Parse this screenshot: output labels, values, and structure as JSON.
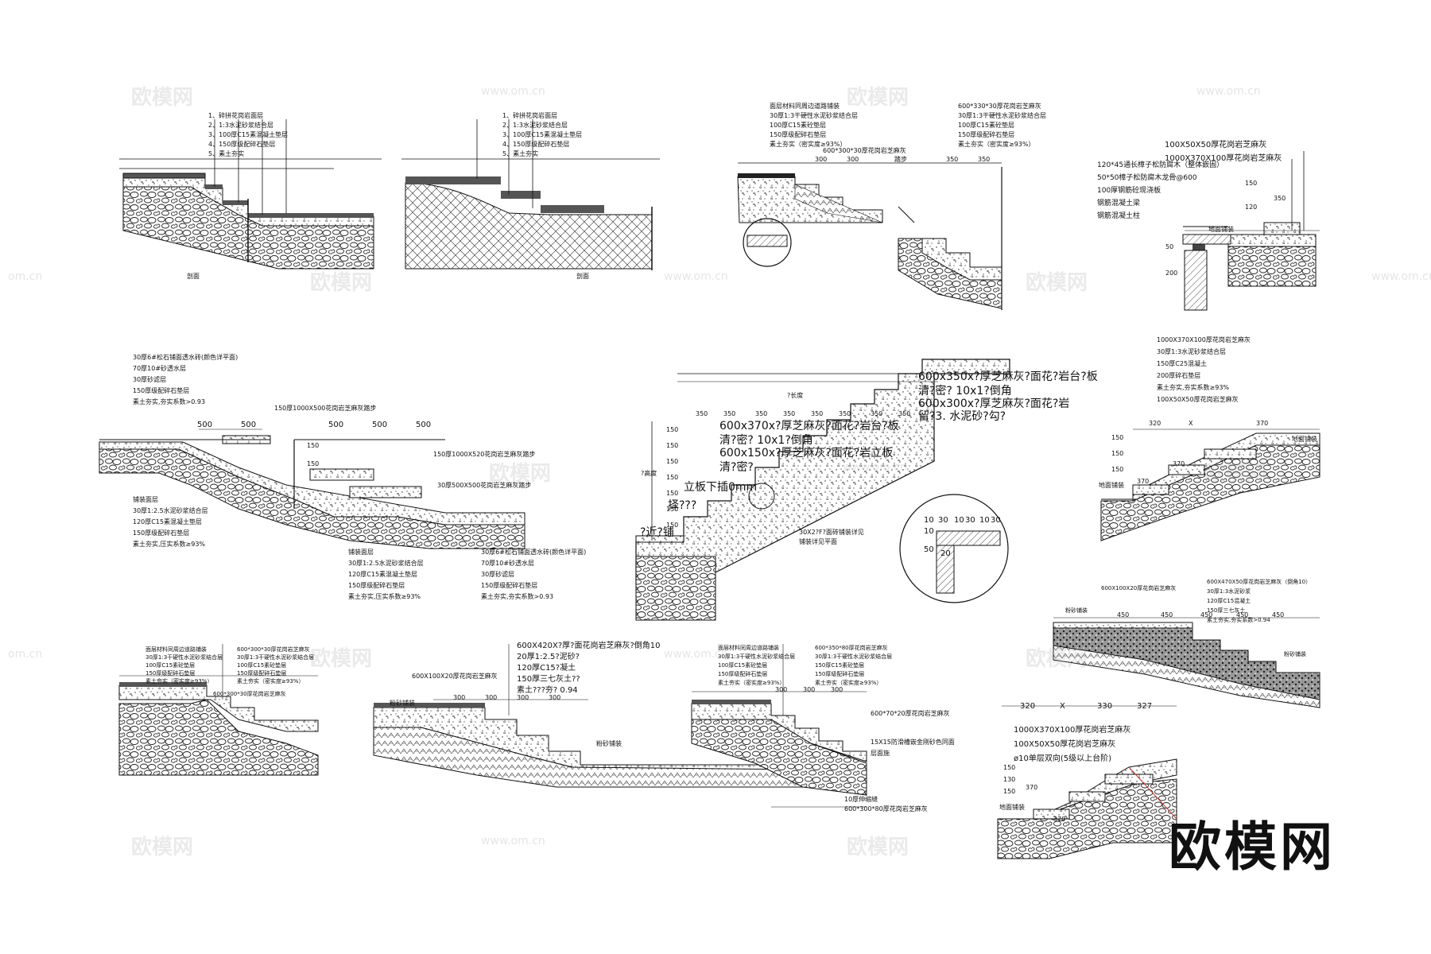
{
  "watermark": {
    "brand": "欧模网",
    "url": "www.om.cn",
    "url_partial": "om.cn"
  },
  "logo": "欧模网",
  "caption_a1": "剖面",
  "caption_a2": "剖面",
  "panel_a_layers": [
    "1、碎拼花岗岩面层",
    "2、1:3水泥砂浆结合层",
    "3、100厚C15素混凝土垫层",
    "4、150厚级配碎石垫层",
    "5、素土夯实"
  ],
  "panel_b_left": [
    "面层材料同周边道路铺装",
    "30厚1:3干硬性水泥砂浆结合层",
    "100厚C15素砼垫层",
    "150厚级配碎石垫层",
    "素土夯实（密实度≥93%）"
  ],
  "panel_b_top": "600*300*30厚花岗岩芝麻灰",
  "panel_b_right": [
    "600*330*30厚花岗岩芝麻灰",
    "30厚1:3干硬性水泥砂浆结合层",
    "100厚C15素砼垫层",
    "150厚级配碎石垫层",
    "素土夯实（密实度≥93%）"
  ],
  "panel_b_dims": [
    "300",
    "300",
    "踏步",
    "350",
    "350"
  ],
  "panel_c": {
    "top": [
      "100X50X50厚花岗岩芝麻灰",
      "1000X370X100厚花岗岩芝麻灰"
    ],
    "side": [
      "120*45通长樟子松防腐木（整体嵌固）",
      "50*50樟子松防腐木龙骨@600",
      "100厚钢筋砼现浇板",
      "钢筋混凝土梁",
      "钢筋混凝土柱"
    ],
    "bottom": "地面铺装",
    "dims": [
      "150",
      "120",
      "350",
      "50",
      "200"
    ]
  },
  "panel_d": {
    "top": [
      "30厚6#松石铺面透水砖(颜色详平面)",
      "70厚10#砂透水层",
      "30厚砂滤层",
      "150厚级配碎石垫层",
      "素土夯实,夯实系数>0.93"
    ],
    "slab1": "150厚1000X500花岗岩芝麻灰踏步",
    "slab2": "150厚1000X520花岗岩芝麻灰踏步",
    "slab3": "30厚500X500花岗岩芝麻灰踏步",
    "dims1": [
      "500",
      "500"
    ],
    "dims2": [
      "500",
      "500",
      "500"
    ],
    "left_notes": [
      "铺装面层",
      "30厚1:2.5水泥砂浆结合层",
      "120厚C15素混凝土垫层",
      "150厚级配碎石垫层",
      "素土夯实,压实系数≥93%"
    ],
    "bottom_mid": [
      "铺装面层",
      "30厚1:2.5水泥砂浆结合层",
      "120厚C15素混凝土垫层",
      "150厚级配碎石垫层",
      "素土夯实,压实系数≥93%"
    ],
    "bottom_right": [
      "30厚6#松石铺面透水砖(颜色详平面)",
      "70厚10#砂透水层",
      "30厚砂滤层",
      "150厚级配碎石垫层",
      "素土夯实,夯实系数>0.93"
    ],
    "side_dims": [
      "150",
      "150"
    ]
  },
  "panel_e": {
    "label_total": "?长度",
    "dims": [
      "350",
      "350",
      "350",
      "350",
      "350",
      "350",
      "350",
      "350"
    ],
    "riser_dims": [
      "150",
      "150",
      "150",
      "150",
      "150",
      "150",
      "150"
    ],
    "side_label": "?高度",
    "l1": "600x350x?厚芝麻灰?面花?岩台?板",
    "l2": "清?密? 10x1?倒角",
    "l3": "600x300x?厚芝麻灰?面花?岩",
    "l4": "留?3. 水泥砂?勾?",
    "l5": "600x370x?厚芝麻灰?面花?岩台?板",
    "l6": "清?密? 10x1?倒角",
    "l7": "600x150x?厚芝麻灰?面花?岩立板",
    "l8": "清?密?",
    "l9": "立板下插0mm",
    "l10": "?近?铺",
    "l11": "择???",
    "note": "30X2?F?面砖铺装详见",
    "note2": "铺装详见平面",
    "detail_dims": [
      "10",
      "30",
      "10",
      "30",
      "10",
      "30"
    ],
    "detail_side": [
      "50",
      "10",
      "20"
    ]
  },
  "panel_f": {
    "notes": [
      "1000X370X100厚花岗岩芝麻灰",
      "30厚1:3水泥砂浆结合层",
      "150厚C25混凝土",
      "200厚碎石垫层",
      "素土夯实,夯实系数≥93%",
      "100X50X50厚花岗岩芝麻灰"
    ],
    "dims": [
      "320",
      "X",
      "370"
    ],
    "left": "地面铺装",
    "right": "地面铺装",
    "inner": [
      "370",
      "370"
    ],
    "side_dims": [
      "150",
      "150",
      "150"
    ]
  },
  "panel_g": {
    "left": [
      "面层材料同周边道路铺装",
      "30厚1:3干硬性水泥砂浆结合层",
      "100厚C15素砼垫层",
      "150厚级配碎石垫层",
      "素土夯实（密实度≥93%）"
    ],
    "right": [
      "600*300*30厚花岗岩芝麻灰",
      "30厚1:3干硬性水泥砂浆结合层",
      "100厚C15素砼垫层",
      "150厚级配碎石垫层",
      "素土夯实（密实度≥93%）"
    ],
    "bottom": "600*300*30厚花岗岩芝麻灰"
  },
  "panel_h": {
    "top": [
      "600X420X?厚?面花岗岩芝麻灰?倒角10",
      "20厚1:2.5?泥砂?",
      "120厚C15?凝土",
      "150厚三七灰土??",
      "素土???夯? 0.94"
    ],
    "left_top": "600X100X20厚花岗岩芝麻灰",
    "left": "粉砂铺装",
    "right": "粉砂铺装",
    "dims": [
      "300",
      "300",
      "300",
      "300"
    ]
  },
  "panel_i": {
    "left": [
      "面层材料同周边道路铺装",
      "30厚1:3干硬性水泥砂浆结合层",
      "100厚C15素砼垫层",
      "150厚级配碎石垫层",
      "素土夯实（密实度≥93%）"
    ],
    "right": [
      "600*350*80厚花岗岩芝麻灰",
      "30厚1:3干硬性水泥砂浆结合层",
      "150厚C15素砼垫层",
      "150厚级配碎石垫层",
      "素土夯实（密实度≥93%）"
    ],
    "r2": "600*70*20厚花岗岩芝麻灰",
    "r3": "15X15防滑槽嵌金刚砂色同面",
    "r4": "层面施",
    "b1": "10厚伸缩缝",
    "b2": "600*300*80厚花岗岩芝麻灰",
    "dims": [
      "300",
      "300",
      "300"
    ]
  },
  "panel_j": {
    "top": [
      "600X470X50厚花岗岩芝麻灰（倒角10）",
      "30厚1:3水泥砂浆",
      "120厚C15混凝土",
      "150厚三七灰土",
      "素土夯实,夯实系数>0.94"
    ],
    "left_top": "600X100X20厚花岗岩芝麻灰",
    "left": "粉砂铺装",
    "right": "粉砂铺装",
    "dims": [
      "450",
      "450",
      "450",
      "450",
      "450"
    ]
  },
  "panel_k": {
    "dims": [
      "320",
      "X",
      "330",
      "327"
    ],
    "notes": [
      "1000X370X100厚花岗岩芝麻灰",
      "100X50X50厚花岗岩芝麻灰",
      "ø10单层双向(5级以上台阶)"
    ],
    "left": "地面铺装",
    "inner": [
      "370",
      "370"
    ],
    "side_dims": [
      "150",
      "130",
      "150"
    ]
  }
}
